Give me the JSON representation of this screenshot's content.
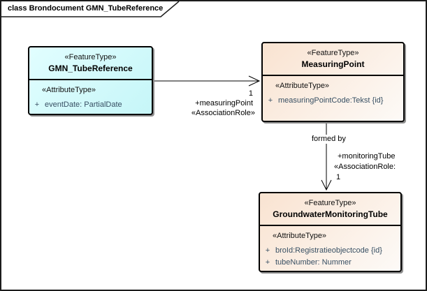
{
  "frame": {
    "title": "class Brondocument GMN_TubeReference"
  },
  "classes": {
    "gmn": {
      "stereotype": "«FeatureType»",
      "name": "GMN_TubeReference",
      "attribute_header": "«AttributeType»",
      "attributes": [
        {
          "visibility": "+",
          "text": "eventDate: PartialDate"
        }
      ]
    },
    "mp": {
      "stereotype": "«FeatureType»",
      "name": "MeasuringPoint",
      "attribute_header": "«AttributeType»",
      "attributes": [
        {
          "visibility": "+",
          "text": "measuringPointCode:Tekst {id}"
        }
      ]
    },
    "gmt": {
      "stereotype": "«FeatureType»",
      "name": "GroundwaterMonitoringTube",
      "attribute_header": "«AttributeType»",
      "attributes": [
        {
          "visibility": "+",
          "text": "broId:Registratieobjectcode {id}"
        },
        {
          "visibility": "+",
          "text": "tubeNumber: Nummer"
        }
      ]
    }
  },
  "associations": {
    "measuring_point": {
      "target_multiplicity": "1",
      "target_role": "+measuringPoint",
      "target_stereotype": "«AssociationRole»"
    },
    "monitoring_tube": {
      "name": "formed by",
      "target_role": "+monitoringTube",
      "target_stereotype": "«AssociationRole:",
      "target_multiplicity": "1"
    }
  },
  "colors": {
    "accent_cyan": "#C6F6F8",
    "accent_peach": "#F9E3D1",
    "box_border": "#000000",
    "attribute_text": "#374F63",
    "shadow": "#8F8F8F"
  }
}
